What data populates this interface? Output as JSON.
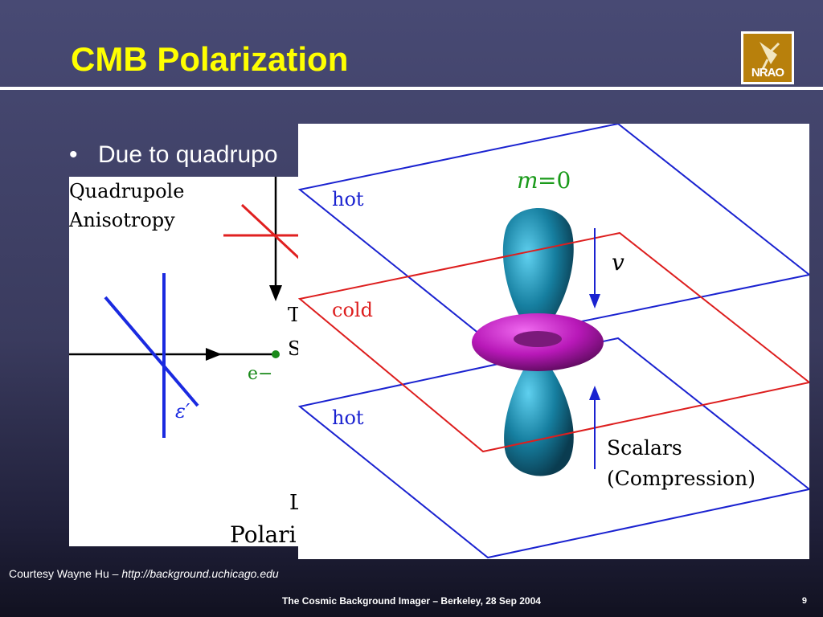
{
  "slide": {
    "title": "CMB Polarization",
    "bullet": "Due to quadrupo",
    "courtesy_prefix": "Courtesy Wayne Hu – ",
    "courtesy_link": "http://background.uchicago.edu",
    "footer": "The Cosmic Background Imager – Berkeley, 28 Sep 2004",
    "page_number": "9",
    "logo_text": "NRAO"
  },
  "left_figure": {
    "heading_line1": "Quadrupole",
    "heading_line2": "Anisotropy",
    "electron_label": "e−",
    "epsilon_label": "ε′",
    "partial_T": "T",
    "partial_S": "S",
    "partial_L": "L",
    "partial_polari": "Polari"
  },
  "right_figure": {
    "m_label": "m",
    "m_value": "=0",
    "hot_top": "hot",
    "cold": "cold",
    "hot_bottom": "hot",
    "v_label": "v",
    "scalars_line1": "Scalars",
    "scalars_line2": "(Compression)"
  },
  "colors": {
    "title": "#ffff00",
    "hot_plane": "#2222cc",
    "cold_plane": "#dd2222",
    "lobe": "#1a8aa8",
    "torus": "#c41fc4"
  }
}
